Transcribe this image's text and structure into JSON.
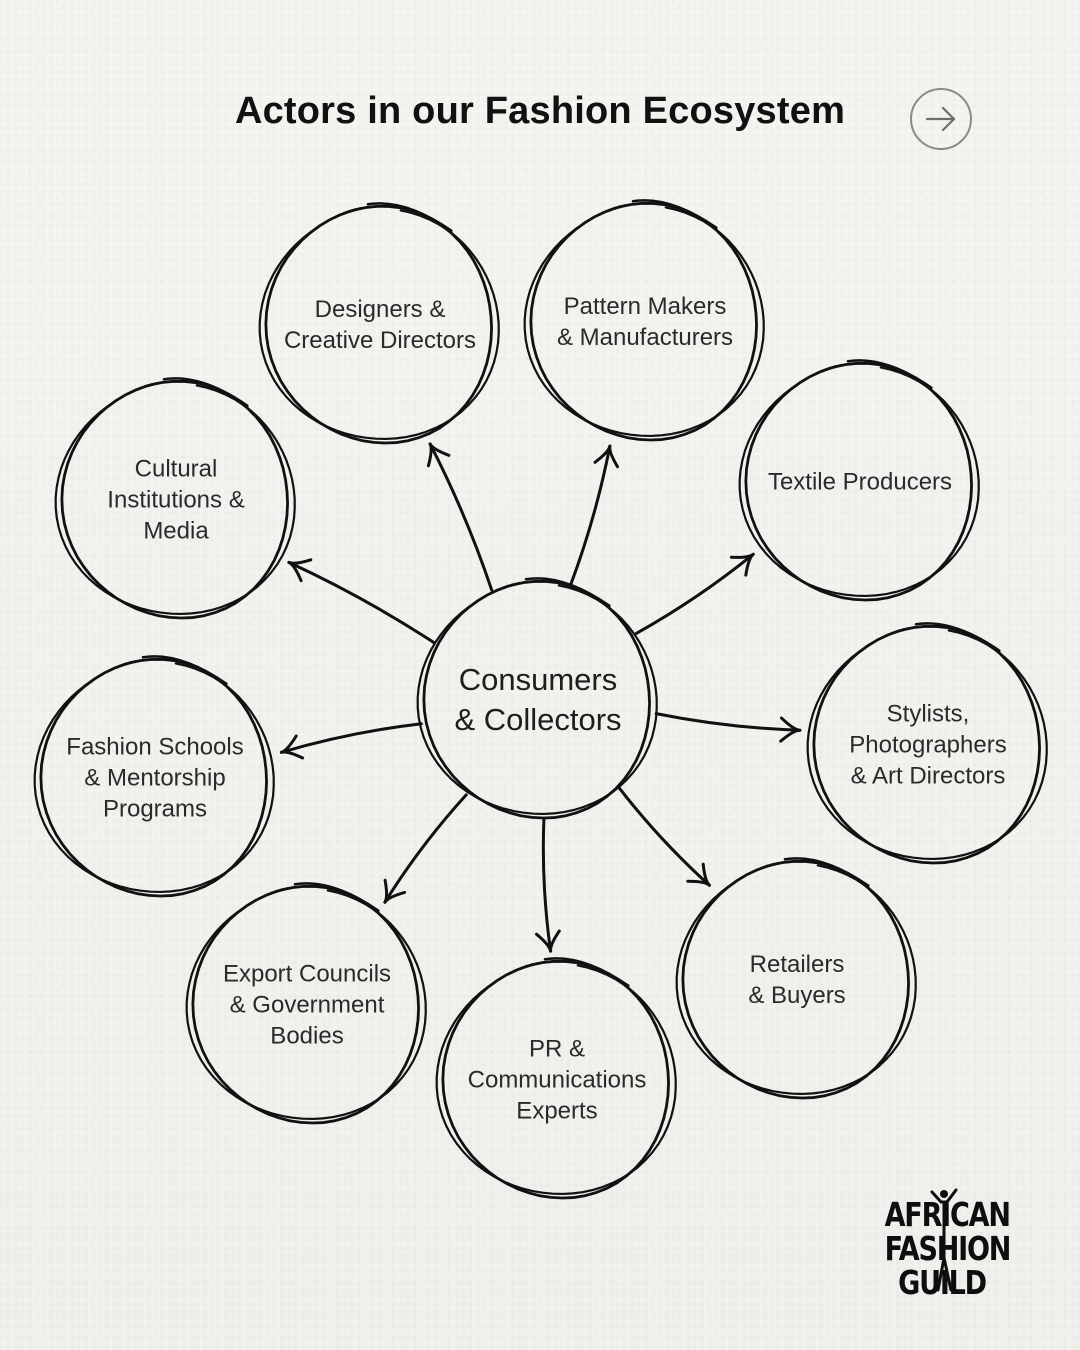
{
  "title": "Actors in our Fashion Ecosystem",
  "center": {
    "label": "Consumers\n& Collectors"
  },
  "actors": [
    {
      "label": "Designers &\nCreative Directors"
    },
    {
      "label": "Pattern Makers\n& Manufacturers"
    },
    {
      "label": "Textile Producers"
    },
    {
      "label": "Stylists,\nPhotographers\n& Art Directors"
    },
    {
      "label": "Retailers\n& Buyers"
    },
    {
      "label": "PR &\nCommunications\nExperts"
    },
    {
      "label": "Export Councils\n& Government\nBodies"
    },
    {
      "label": "Fashion Schools\n& Mentorship\nPrograms"
    },
    {
      "label": "Cultural\nInstitutions &\nMedia"
    }
  ],
  "brand": {
    "line1": "AFRICAN",
    "line2": "FASHION",
    "line3": "GUILD"
  },
  "icons": {
    "next": "arrow-right-icon",
    "brand": "dancing-figure-icon"
  },
  "colors": {
    "background": "#f3f2ef",
    "ink": "#111111",
    "button_border": "#8a8a8a"
  }
}
